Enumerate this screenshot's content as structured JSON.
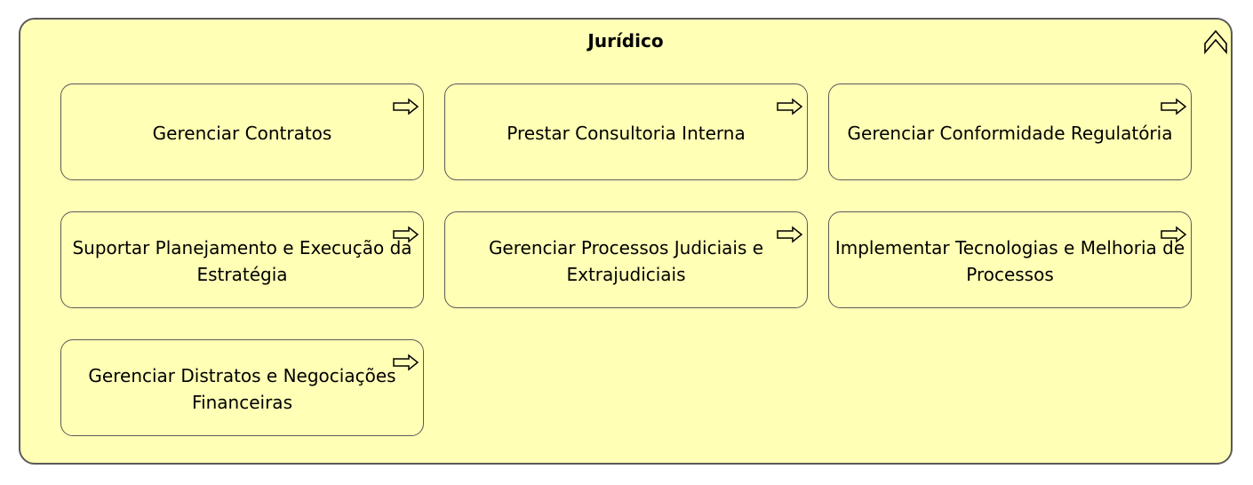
{
  "group": {
    "title": "Jurídico",
    "fill": "#ffffb5",
    "border": "#5a5a5a",
    "collapse_icon": "chevron-up-icon"
  },
  "processes": [
    {
      "label": "Gerenciar Contratos",
      "icon": "process-arrow-icon"
    },
    {
      "label": "Prestar Consultoria Interna",
      "icon": "process-arrow-icon"
    },
    {
      "label": "Gerenciar Conformidade Regulatória",
      "icon": "process-arrow-icon"
    },
    {
      "label": "Suportar Planejamento e Execução da Estratégia",
      "icon": "process-arrow-icon"
    },
    {
      "label": "Gerenciar Processos Judiciais e Extrajudiciais",
      "icon": "process-arrow-icon"
    },
    {
      "label": "Implementar Tecnologias e Melhoria de Processos",
      "icon": "process-arrow-icon"
    },
    {
      "label": "Gerenciar Distratos e Negociações Financeiras",
      "icon": "process-arrow-icon"
    }
  ]
}
